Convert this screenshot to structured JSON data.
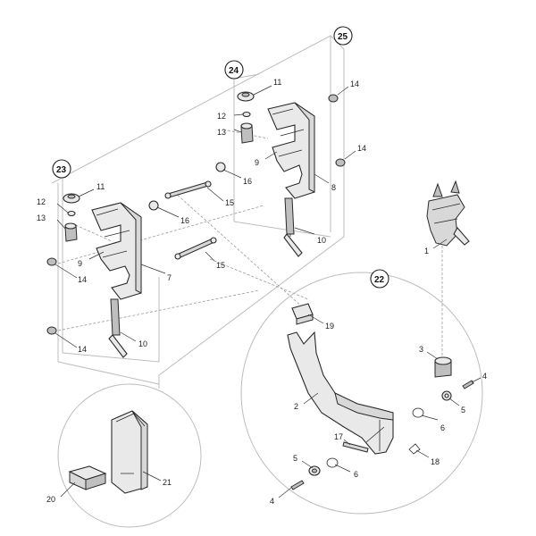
{
  "callouts": {
    "c1": "1",
    "c2": "2",
    "c3": "3",
    "c4a": "4",
    "c4b": "4",
    "c5a": "5",
    "c5b": "5",
    "c6a": "6",
    "c6b": "6",
    "c7": "7",
    "c8": "8",
    "c9a": "9",
    "c9b": "9",
    "c10a": "10",
    "c10b": "10",
    "c11a": "11",
    "c11b": "11",
    "c12a": "12",
    "c12b": "12",
    "c13a": "13",
    "c13b": "13",
    "c14a": "14",
    "c14b": "14",
    "c14c": "14",
    "c14d": "14",
    "c15a": "15",
    "c15b": "15",
    "c16a": "16",
    "c16b": "16",
    "c17": "17",
    "c18": "18",
    "c19": "19",
    "c20": "20",
    "c21": "21"
  },
  "groups": {
    "g22": "22",
    "g23": "23",
    "g24": "24",
    "g25": "25"
  }
}
